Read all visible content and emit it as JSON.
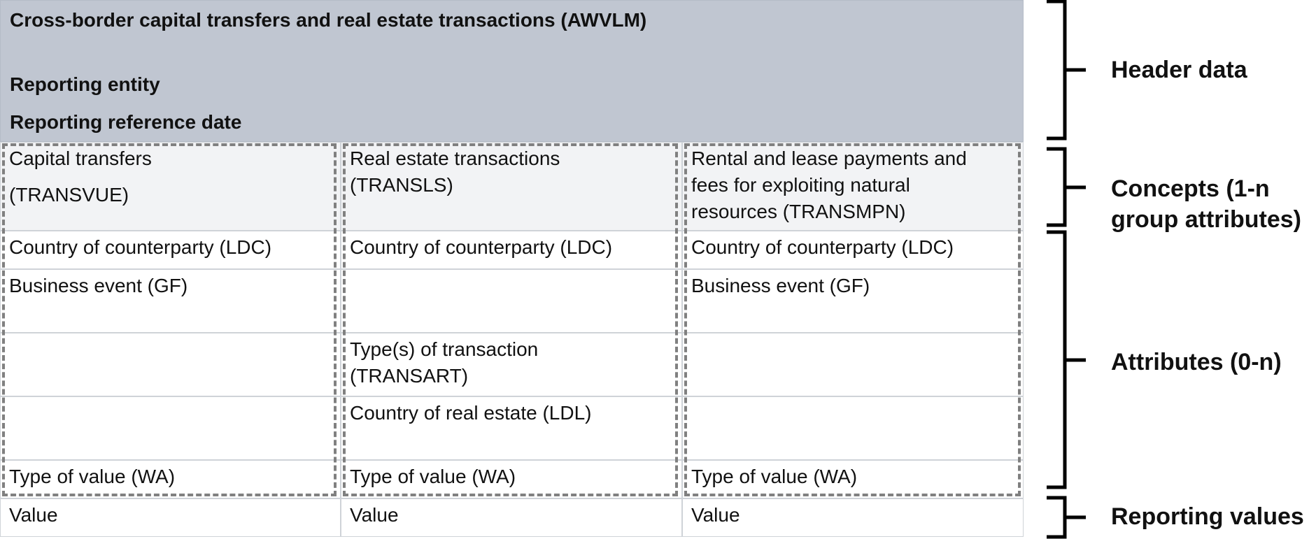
{
  "header": {
    "title": "Cross-border capital transfers and real estate transactions (AWVLM)",
    "entity": "Reporting entity",
    "date": "Reporting reference date"
  },
  "columns": [
    {
      "concept": "Capital transfers",
      "concept_code": "(TRANSVUE)",
      "attr1": "Country of counterparty (LDC)",
      "attr2": "Business event (GF)",
      "attr3": "",
      "attr4": "",
      "attr5": "Type of value (WA)",
      "value": "Value"
    },
    {
      "concept": "Real estate transactions (TRANSLS)",
      "attr1": "Country of counterparty (LDC)",
      "attr2": "",
      "attr3": "Type(s) of transaction (TRANSART)",
      "attr4": "Country of real estate (LDL)",
      "attr5": "Type of value (WA)",
      "value": "Value"
    },
    {
      "concept": "Rental and lease payments and fees for exploiting natural resources (TRANSMPN)",
      "attr1": "Country of counterparty (LDC)",
      "attr2": "Business event (GF)",
      "attr3": "",
      "attr4": "",
      "attr5": "Type of value (WA)",
      "value": "Value"
    }
  ],
  "legend": {
    "header": "Header data",
    "concepts_line1": "Concepts (1-n",
    "concepts_line2": "group attributes)",
    "attributes": "Attributes (0-n)",
    "values": "Reporting values"
  }
}
